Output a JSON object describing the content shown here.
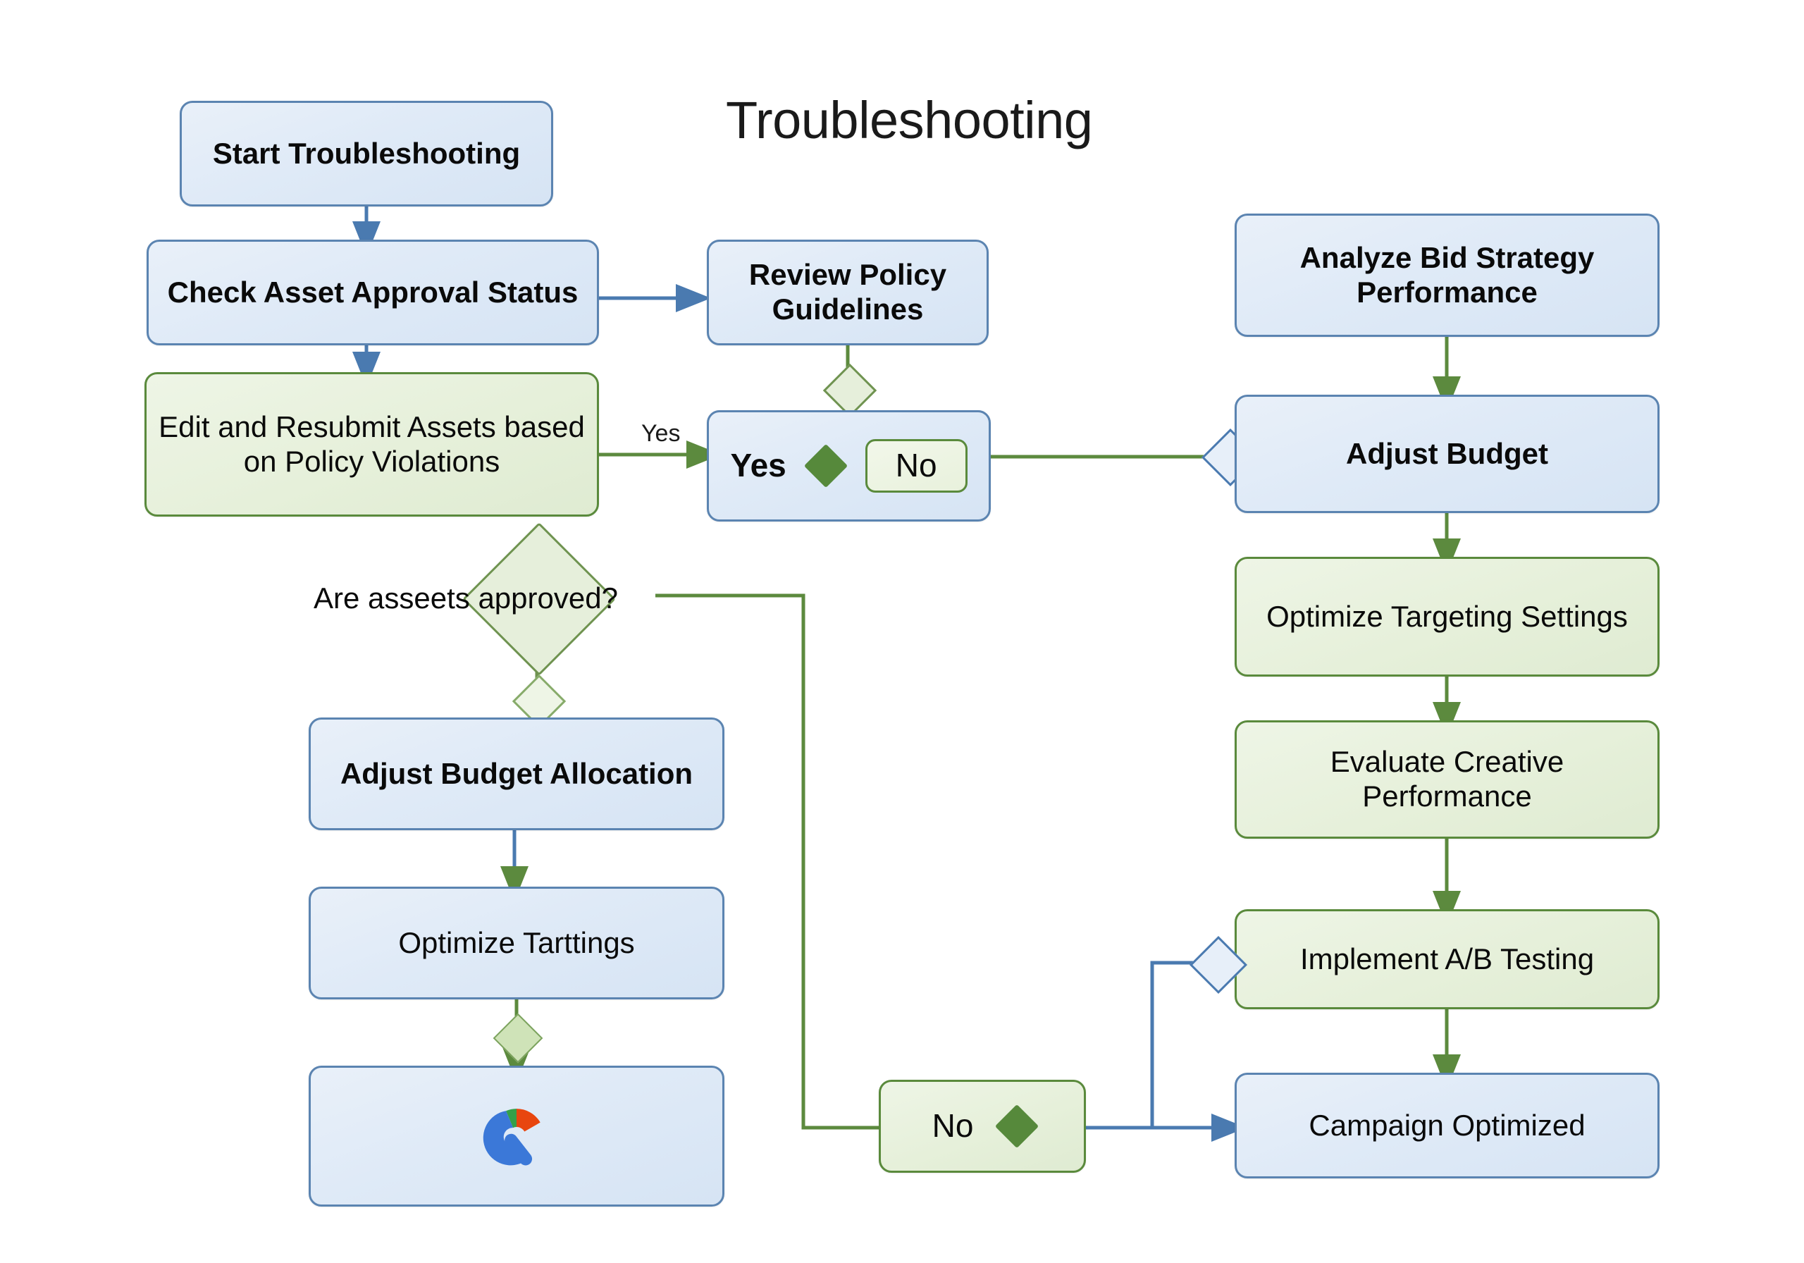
{
  "diagram": {
    "title": "Troubleshooting",
    "type": "flowchart",
    "palette": {
      "blue_fill": "#dfeaf7",
      "blue_stroke": "#5b84b1",
      "green_fill": "#e6f0da",
      "green_stroke": "#5a8a3c",
      "green_accent": "#56893b",
      "text": "#0a0a0a",
      "background": "#ffffff"
    },
    "nodes": [
      {
        "id": "start",
        "label": "Start Troubleshooting",
        "shape": "rounded-rect",
        "style": "blue"
      },
      {
        "id": "check_asset",
        "label": "Check Asset Approval Status",
        "shape": "rounded-rect",
        "style": "blue"
      },
      {
        "id": "review_policy",
        "label": "Review Policy Guidelines",
        "shape": "rounded-rect",
        "style": "blue"
      },
      {
        "id": "edit_resubmit",
        "label": "Edit and Resubmit Assets based on Policy Violations",
        "shape": "rounded-rect",
        "style": "green"
      },
      {
        "id": "yesno",
        "label": "Yes",
        "shape": "rounded-rect",
        "style": "blue",
        "chip_label": "No"
      },
      {
        "id": "are_approved",
        "label": "Are asseets approved?",
        "shape": "diamond",
        "style": "green"
      },
      {
        "id": "adjust_alloc",
        "label": "Adjust Budget Allocation",
        "shape": "rounded-rect",
        "style": "blue"
      },
      {
        "id": "optimize_tart",
        "label": "Optimize Tarttings",
        "shape": "rounded-rect",
        "style": "blue"
      },
      {
        "id": "logo_node",
        "label": "",
        "shape": "rounded-rect",
        "style": "blue",
        "icon": "google-ads-gauge-icon"
      },
      {
        "id": "no_node",
        "label": "No",
        "shape": "rounded-rect",
        "style": "green"
      },
      {
        "id": "analyze_bid",
        "label": "Analyze Bid Strategy Performance",
        "shape": "rounded-rect",
        "style": "blue"
      },
      {
        "id": "adjust_budget",
        "label": "Adjust Budget",
        "shape": "rounded-rect",
        "style": "blue"
      },
      {
        "id": "optimize_target",
        "label": "Optimize Targeting Settings",
        "shape": "rounded-rect",
        "style": "green"
      },
      {
        "id": "evaluate_creative",
        "label": "Evaluate Creative Performance",
        "shape": "rounded-rect",
        "style": "green"
      },
      {
        "id": "ab_testing",
        "label": "Implement A/B Testing",
        "shape": "rounded-rect",
        "style": "green"
      },
      {
        "id": "campaign_opt",
        "label": "Campaign Optimized",
        "shape": "rounded-rect",
        "style": "blue"
      }
    ],
    "edges": [
      {
        "from": "start",
        "to": "check_asset",
        "label": "",
        "color": "blue"
      },
      {
        "from": "check_asset",
        "to": "review_policy",
        "label": "",
        "color": "blue"
      },
      {
        "from": "check_asset",
        "to": "edit_resubmit",
        "label": "",
        "color": "blue"
      },
      {
        "from": "review_policy",
        "to": "yesno",
        "label": "",
        "color": "green"
      },
      {
        "from": "edit_resubmit",
        "to": "yesno",
        "label": "Yes",
        "color": "green"
      },
      {
        "from": "yesno",
        "to": "adjust_budget",
        "label": "",
        "color": "green"
      },
      {
        "from": "are_approved",
        "to": "adjust_alloc",
        "label": "",
        "color": "green"
      },
      {
        "from": "are_approved",
        "to": "no_node",
        "label": "",
        "color": "green"
      },
      {
        "from": "adjust_alloc",
        "to": "optimize_tart",
        "label": "",
        "color": "blue"
      },
      {
        "from": "optimize_tart",
        "to": "logo_node",
        "label": "",
        "color": "green"
      },
      {
        "from": "analyze_bid",
        "to": "adjust_budget",
        "label": "",
        "color": "green"
      },
      {
        "from": "adjust_budget",
        "to": "optimize_target",
        "label": "",
        "color": "green"
      },
      {
        "from": "optimize_target",
        "to": "evaluate_creative",
        "label": "",
        "color": "green"
      },
      {
        "from": "evaluate_creative",
        "to": "ab_testing",
        "label": "",
        "color": "green"
      },
      {
        "from": "ab_testing",
        "to": "campaign_opt",
        "label": "",
        "color": "green"
      },
      {
        "from": "no_node",
        "to": "campaign_opt",
        "label": "",
        "color": "blue"
      }
    ],
    "edge_labels": {
      "yes": "Yes"
    }
  }
}
